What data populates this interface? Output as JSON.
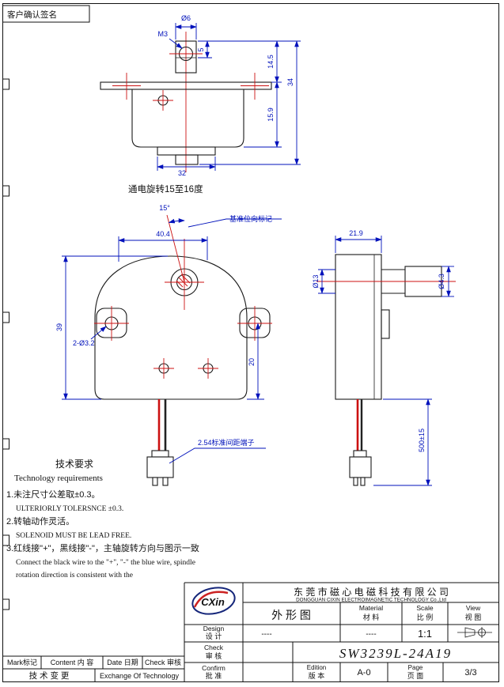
{
  "sheet": {
    "signature": "客户确认签名",
    "rotation_note": "通电旋转15至16度"
  },
  "top_view": {
    "dia6": "Ø6",
    "m3": "M3",
    "len5": "5",
    "h145": "14.5",
    "h34": "34",
    "h159": "15.9",
    "w32": "32"
  },
  "front_view": {
    "angle15": "15°",
    "datum": "基准位向标记",
    "w404": "40.4",
    "h39": "39",
    "holes": "2-Ø3.2",
    "h20": "20",
    "terminal": "2.54标准间距端子"
  },
  "side_view": {
    "w219": "21.9",
    "d13": "Ø13",
    "d43": "Ø4.3",
    "wire500": "500±15"
  },
  "tech": {
    "title_cn": "技术要求",
    "title_en": "Technology  requirements",
    "i1cn": "1.未注尺寸公差取±0.3。",
    "i1en": "ULTERIORLY TOLERSNCE ±0.3.",
    "i2cn": "2.转轴动作灵活。",
    "i2en": "SOLENOID MUST BE LEAD FREE.",
    "i3cn": "3.红线接\"+\"，黑线接\"-\"，主轴旋转方向与图示一致",
    "i3en1": "Connect the black wire to the \"+\", \"-\" the blue wire, spindle",
    "i3en2": "rotation direction is consistent with the"
  },
  "tb": {
    "logo": "CXin",
    "company_cn": "东 莞 市 磁 心 电 磁 科 技 有 限 公 司",
    "company_en": "DONGGUAN  CIXIN  ELECTROIMAGNETIC    TECHNOLOGY    Co.,Ltd",
    "drawing_name": "外 形 图",
    "material_en": "Material",
    "material_cn": "材 料",
    "material_val": "----",
    "scale_en": "Scale",
    "scale_cn": "比 例",
    "scale_val": "1:1",
    "view_en": "View",
    "view_cn": "视 图",
    "design_en": "Design",
    "design_cn": "设 计",
    "design_val": "----",
    "check_en": "Check",
    "check_cn": "审 核",
    "confirm_en": "Confirm",
    "confirm_cn": "批 准",
    "part_no": "SW3239L-24A19",
    "edition_en": "Edition",
    "edition_cn": "版 本",
    "edition_val": "A-0",
    "page_en": "Page",
    "page_cn": "页 面",
    "page_val": "3/3"
  },
  "rev": {
    "mark": "Mark标记",
    "content": "Content 内 容",
    "date": "Date 日期",
    "check": "Check 审核",
    "change_cn": "技 术 变 更",
    "change_en": "Exchange Of Technology"
  }
}
